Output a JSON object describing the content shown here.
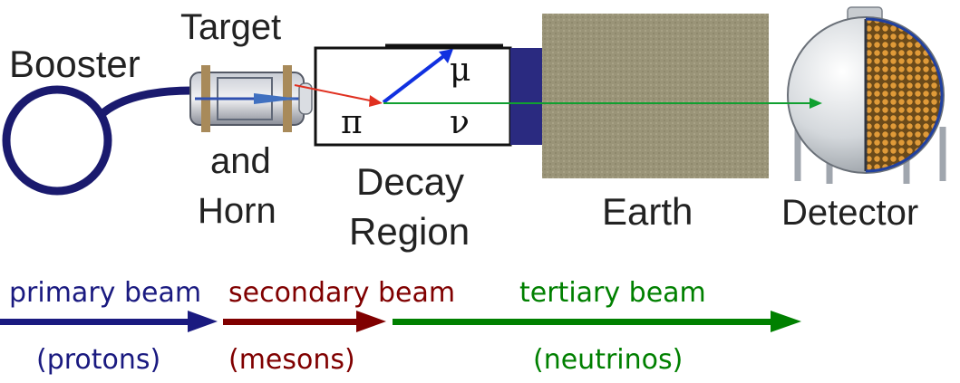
{
  "labels": {
    "booster": "Booster",
    "target_line1": "Target",
    "target_line2": "and",
    "target_line3": "Horn",
    "decay_line1": "Decay",
    "decay_line2": "Region",
    "earth": "Earth",
    "detector": "Detector"
  },
  "particles": {
    "pion": "π",
    "muon": "μ",
    "neutrino": "ν"
  },
  "beams": [
    {
      "name": "primary beam",
      "particles": "(protons)",
      "color": "#1a1a80"
    },
    {
      "name": "secondary beam",
      "particles": "(mesons)",
      "color": "#800000"
    },
    {
      "name": "tertiary beam",
      "particles": "(neutrinos)",
      "color": "#008000"
    }
  ],
  "colors": {
    "booster_ring": "#1a1a6e",
    "earth": "#9a9478",
    "pion_arrow": "#e03020",
    "muon_arrow": "#1030e0",
    "neutrino_arrow": "#10a030",
    "detector_tubes": "#d89030"
  }
}
